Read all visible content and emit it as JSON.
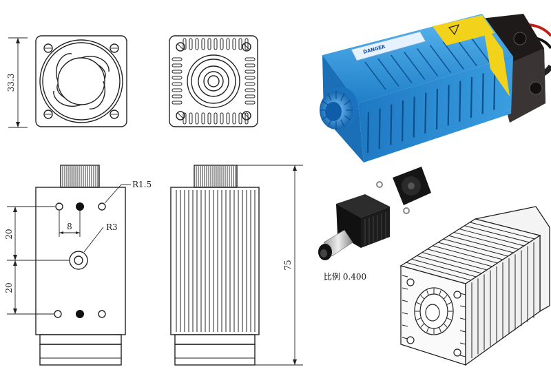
{
  "dimensions": {
    "fan_height": "33.3",
    "hole_radius_small": "R1.5",
    "hole_radius_aperture": "R3",
    "hole_spacing": "8",
    "offset_upper": "20",
    "offset_lower": "20",
    "total_length": "75"
  },
  "scale_label": "比例 0.400",
  "colors": {
    "housing_blue": "#2a8fd6",
    "housing_blue_dark": "#1565a8",
    "warning_yellow": "#f2d21b",
    "fan_black": "#1a1a1a",
    "line_ink": "#222222"
  }
}
